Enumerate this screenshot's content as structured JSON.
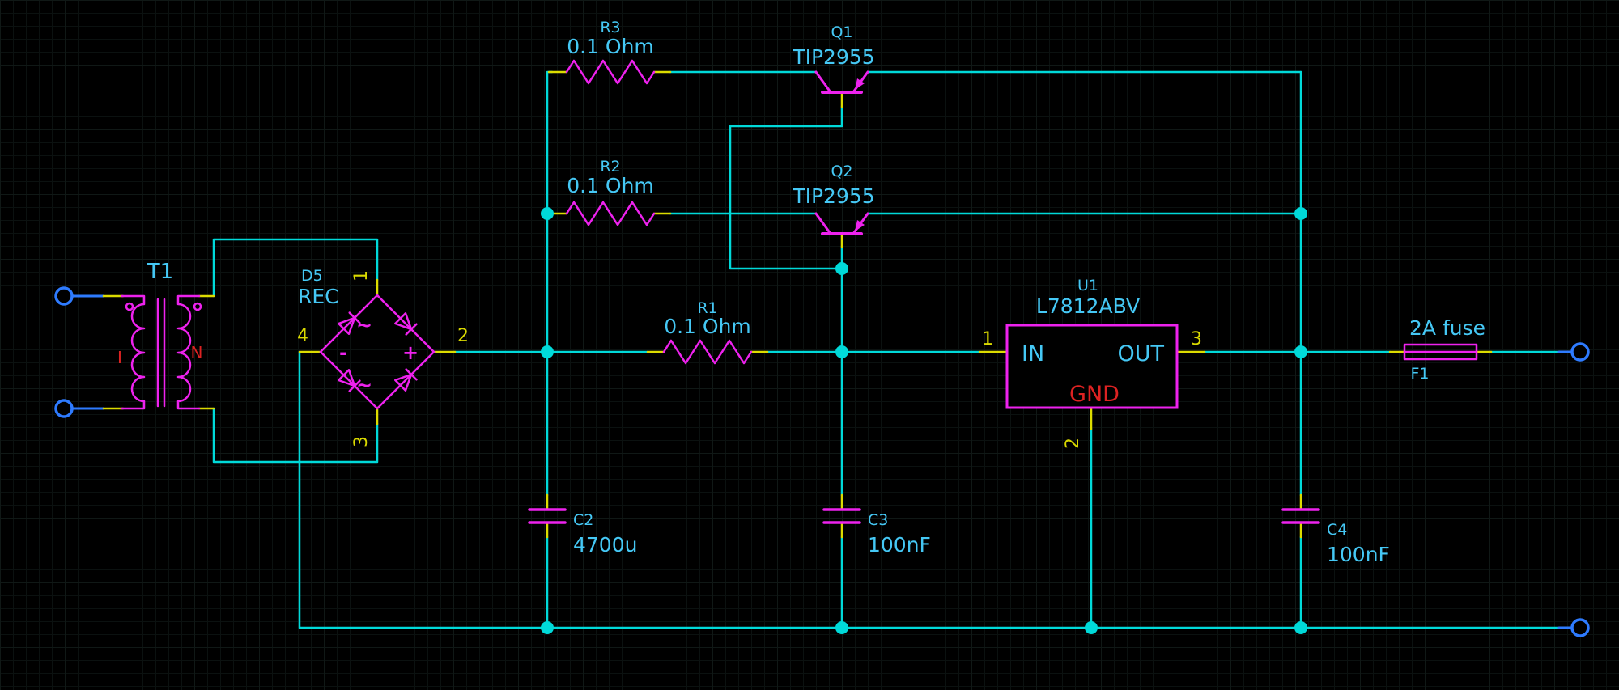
{
  "schematic": {
    "background": "#000000",
    "grid_color": "#101816",
    "colors": {
      "wire": "#00d9d9",
      "pin_stub": "#dcdc00",
      "symbol": "#ee22ee",
      "label_text": "#45c8f5",
      "pin_number_text": "#d9d900",
      "special_text": "#dd2222",
      "terminal": "#2e7bff",
      "junction": "#00d9d9"
    },
    "components": {
      "t1": {
        "designator": "T1",
        "winding_left_label": "I",
        "winding_right_label": "N"
      },
      "d5": {
        "designator": "D5",
        "value": "REC",
        "pin_1": "1",
        "pin_2": "2",
        "pin_3": "3",
        "pin_4": "4",
        "plus": "+",
        "minus": "-",
        "ac_top": "~",
        "ac_bottom": "~"
      },
      "r3": {
        "designator": "R3",
        "value": "0.1 Ohm"
      },
      "r2": {
        "designator": "R2",
        "value": "0.1 Ohm"
      },
      "r1": {
        "designator": "R1",
        "value": "0.1 Ohm"
      },
      "q1": {
        "designator": "Q1",
        "value": "TIP2955"
      },
      "q2": {
        "designator": "Q2",
        "value": "TIP2955"
      },
      "u1": {
        "designator": "U1",
        "value": "L7812ABV",
        "pin_in_label": "IN",
        "pin_out_label": "OUT",
        "pin_gnd_label": "GND",
        "pin_in_number": "1",
        "pin_gnd_number": "2",
        "pin_out_number": "3"
      },
      "c2": {
        "designator": "C2",
        "value": "4700u"
      },
      "c3": {
        "designator": "C3",
        "value": "100nF"
      },
      "c4": {
        "designator": "C4",
        "value": "100nF"
      },
      "f1": {
        "designator": "F1",
        "value": "2A fuse"
      }
    }
  }
}
